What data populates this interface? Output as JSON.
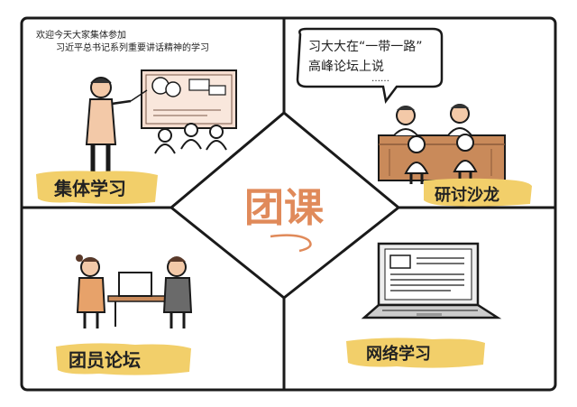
{
  "center_title": "团课",
  "quadrants": {
    "top_left": {
      "caption_line1": "欢迎今天大家集体参加",
      "caption_line2": "习近平总书记系列重要讲话精神的学习",
      "label": "集体学习"
    },
    "top_right": {
      "speech_line1": "习大大在“一带一路”",
      "speech_line2": "高峰论坛上说",
      "speech_dots": "……",
      "label": "研讨沙龙"
    },
    "bottom_left": {
      "label": "团员论坛"
    },
    "bottom_right": {
      "label": "网络学习"
    }
  },
  "colors": {
    "label_highlight": "#f2cf6a",
    "title_accent": "#e08a5a",
    "wood": "#c98a5a",
    "skin": "#f3c9a8",
    "outline": "#1a1a1a"
  }
}
